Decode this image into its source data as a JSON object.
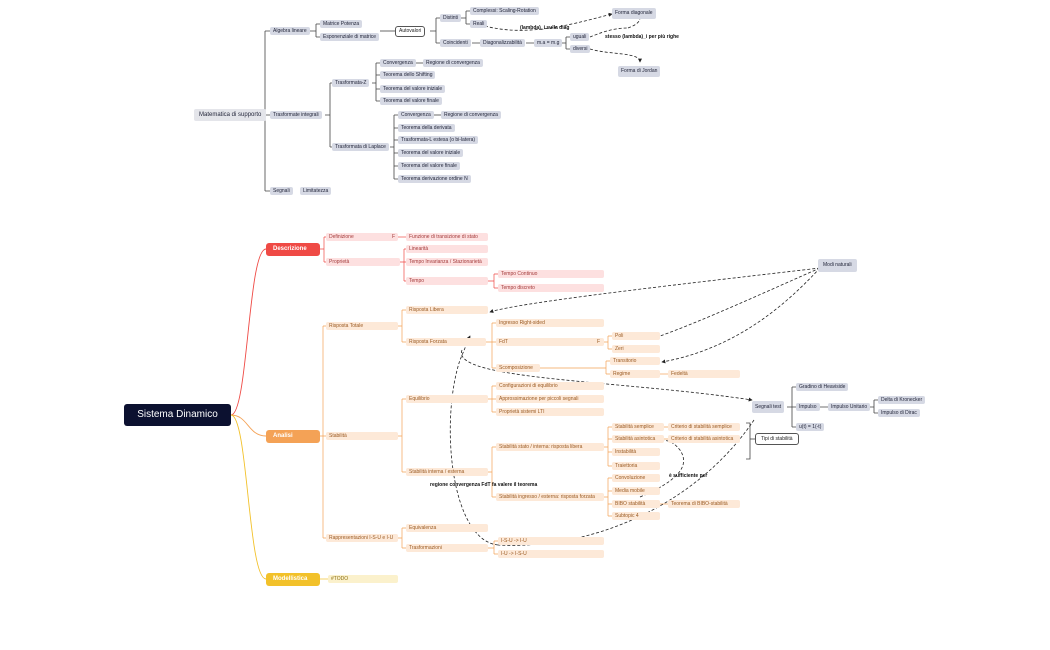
{
  "colors": {
    "root": "#0c1130",
    "descrizione": "#ef4a45",
    "analisi": "#f4a256",
    "modellistica": "#f2c12a",
    "support": "#d6d9e4"
  },
  "support": {
    "root": "Matematica di supporto",
    "algebra": "Algebra lineare",
    "matrice_potenza": "Matrice Potenza",
    "esponenziale": "Esponenziale di matrice",
    "autovalori": "Autovalori",
    "distinti": "Distinti",
    "complessi": "Complessi: Scaling-Rotation",
    "reali": "Reali",
    "lambda_diag": "(lambda)_i sulla diag",
    "forma_diagonale": "Forma diagonale",
    "coincidenti": "Coincidenti",
    "diagonalizzabilita": "Diagonalizzabilità",
    "ma_mg": "m.a = m.g",
    "uguali": "uguali",
    "diversi": "diversi",
    "stesso_lambda": "stesso (lambda)_i per più righe",
    "forma_jordan": "Forma di Jordan",
    "trasformate": "Trasformate integrali",
    "trasf_z": "Trasformata-Z",
    "convergenza": "Convergenza",
    "regione_conv": "Regione di convergenza",
    "shifting": "Teorema dello Shifting",
    "valore_iniziale": "Teorema del valore iniziale",
    "valore_finale": "Teorema del valore finale",
    "trasf_laplace": "Trasformata di Laplace",
    "conv_l": "Convergenza",
    "regione_conv_l": "Regione di convergenza",
    "derivata": "Teorema della derivata",
    "bilatera": "Trasformata-L estesa (o bi-latera)",
    "valore_iniziale_l": "Teorema del valore iniziale",
    "valore_finale_l": "Teorema del valore finale",
    "derivazione_n": "Teorema derivazione ordine N",
    "segnali": "Segnali",
    "limitatezza": "Limitatezza"
  },
  "main": {
    "root": "Sistema Dinamico",
    "descrizione": "Descrizione",
    "definizione": "Definizione",
    "fdt_marker": "F",
    "funzione_transizione": "Funzione di transizione di stato",
    "proprieta": "Proprietà",
    "linearita": "Linearità",
    "tempo_invarianza": "Tempo Invarianza / Stazionarietà",
    "tempo": "Tempo",
    "tempo_continuo": "Tempo Continuo",
    "tempo_discreto": "Tempo discreto",
    "analisi": "Analisi",
    "risposta_totale": "Risposta Totale",
    "risposta_libera": "Risposta Libera",
    "risposta_forzata": "Risposta Forzata",
    "ingresso_right": "Ingresso Right-sided",
    "fdt": "FdT",
    "fdt_marker2": "F",
    "poli": "Poli",
    "zeri": "Zeri",
    "scomposizione": "Scomposizione",
    "transitorio": "Transitorio",
    "regime": "Regime",
    "fedelta": "Fedeltà",
    "stabilita": "Stabilità",
    "equilibrio": "Equilibrio",
    "config_equilibrio": "Configurazioni di equilibrio",
    "approssimazione": "Approssimazione per piccoli segnali",
    "proprieta_lti": "Proprietà sistemi LTI",
    "stab_int_est": "Stabilità interna / esterna",
    "stab_stato": "Stabilità stato / interna: risposta libera",
    "stab_semplice": "Stabilità semplice",
    "criterio_semplice": "Criterio di stabilità semplice",
    "stab_asintotica": "Stabilità asintotica",
    "criterio_asintotica": "Criterio di stabilità asintotica",
    "instabilita": "Instabilità",
    "traiettoria": "Traiettoria",
    "e_sufficiente": "è sufficiente per",
    "regione_conv_fdt": "regione convergenza FdT fa valere il teorema",
    "stab_ingresso": "Stabilità ingresso / esterna: risposta forzata",
    "convoluzione": "Convoluzione",
    "media_mobile": "Media mobile",
    "bibo": "BIBO stabilità",
    "teorema_bibo": "Teorema di BIBO-stabilità",
    "sottotopic": "Subtopic 4",
    "rappresentazioni": "Rappresentazioni I-S-U e I-U",
    "equivalenza": "Equivalenza",
    "trasformazioni": "Trasformazioni",
    "isu_iu": "I-S-U -> I-U",
    "iu_isu": "I-U -> I-S-U",
    "modellistica": "Modellistica",
    "todo": "#TODO",
    "segnali_test": "Segnali test",
    "gradino": "Gradino di Heaviside",
    "impulso": "Impulso",
    "impulso_unitario": "Impulso Unitario",
    "delta_kronecker": "Delta di Kronecker",
    "impulso_dirac": "Impulso di Dirac",
    "ut": "u(t) = 1(-t)",
    "tipi_stabilita": "Tipi di stabilità",
    "modi_naturali": "Modi naturali"
  }
}
